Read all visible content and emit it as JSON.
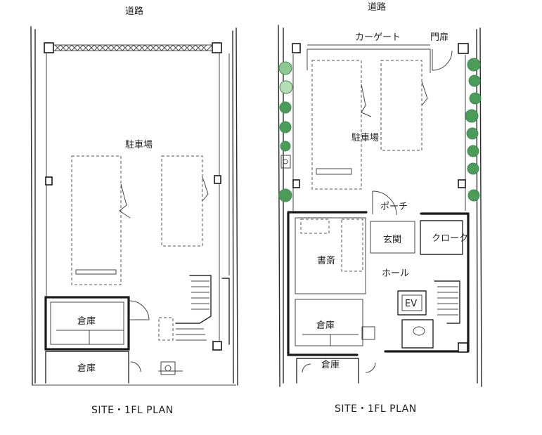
{
  "left_plan": {
    "road": "道路",
    "parking": "駐車場",
    "storage_top": "倉庫",
    "storage_bottom": "倉庫",
    "caption": "SITE・1FL PLAN"
  },
  "right_plan": {
    "road": "道路",
    "car_gate": "カーゲート",
    "gate": "門扉",
    "parking": "駐車場",
    "porch": "ポーチ",
    "entrance": "玄関",
    "cloak": "クローク",
    "study": "書斎",
    "hall": "ホール",
    "elevator": "EV",
    "storage_mid": "倉庫",
    "storage_bottom": "倉庫",
    "caption": "SITE・1FL PLAN"
  },
  "colors": {
    "ink": "#1a1a1a",
    "tree_dark": "#3f8f4f",
    "tree_light": "#9bcf9c"
  }
}
